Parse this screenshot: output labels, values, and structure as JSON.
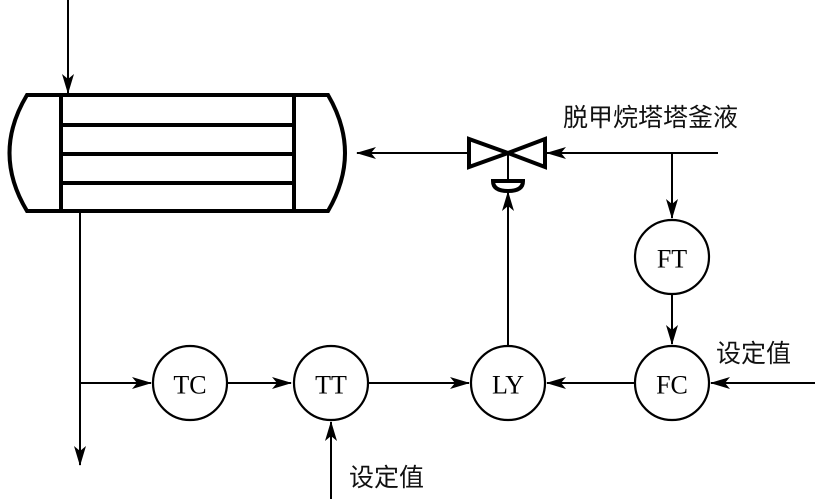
{
  "diagram": {
    "title": "",
    "stream_label": "脱甲烷塔塔釜液",
    "instruments": {
      "TC": "TC",
      "TT": "TT",
      "LY": "LY",
      "FT": "FT",
      "FC": "FC"
    },
    "setpoint_labels": {
      "fc_setpoint": "设定值",
      "tt_setpoint": "设定值"
    },
    "equipment": [
      "heat-exchanger",
      "control-valve"
    ],
    "connections": [
      {
        "from": "stream-inlet",
        "to": "control-valve"
      },
      {
        "from": "control-valve",
        "to": "heat-exchanger"
      },
      {
        "from": "stream-inlet",
        "to": "FT"
      },
      {
        "from": "FT",
        "to": "FC"
      },
      {
        "from": "fc_setpoint",
        "to": "FC"
      },
      {
        "from": "FC",
        "to": "LY"
      },
      {
        "from": "exchanger-outlet",
        "to": "TC"
      },
      {
        "from": "TC",
        "to": "TT"
      },
      {
        "from": "tt_setpoint",
        "to": "TT"
      },
      {
        "from": "TT",
        "to": "LY"
      },
      {
        "from": "LY",
        "to": "control-valve"
      }
    ]
  }
}
